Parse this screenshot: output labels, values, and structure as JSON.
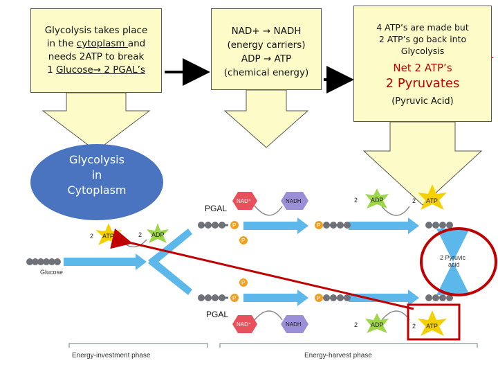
{
  "box1": {
    "line1": "Glycolysis takes place",
    "line2_pre": "in the ",
    "line2_u": "cytoplasm ",
    "line2_post": "and",
    "line3": "needs 2ATP to break",
    "line4_pre": "1 ",
    "line4_u": "Glucose→ 2 PGAL’s"
  },
  "box2": {
    "line1": "NAD+ → NADH",
    "line2": "(energy carriers)",
    "line3": "ADP → ATP",
    "line4": "(chemical energy)"
  },
  "box3": {
    "line1": "4 ATP’s are made but",
    "line2": "2 ATP’s go back into",
    "line3": "Glycolysis",
    "net": "Net 2 ATP’s",
    "pyruvates": "2 Pyruvates",
    "pyruvic": "(Pyruvic Acid)"
  },
  "oval": {
    "line1": "Glycolysis",
    "line2": "in",
    "line3": "Cytoplasm"
  },
  "labels": {
    "pgal_top": "PGAL",
    "pgal_bottom": "PGAL",
    "glucose": "Glucose",
    "atp": "ATP",
    "adp": "ADP",
    "nad": "NAD⁺",
    "nadh": "NADH",
    "p": "P",
    "two": "2",
    "pyruvic_line1": "2 Pyruvic",
    "pyruvic_line2": "acid",
    "investment_phase": "Energy-investment phase",
    "harvest_phase": "Energy-harvest phase"
  },
  "colors": {
    "callout_fill": "#fdfcc8",
    "oval_fill": "#4a74c0",
    "highlight_red": "#c00000",
    "atp_star": "#f5d000",
    "adp_star": "#9ed64a",
    "nad_badge": "#e8505b",
    "nadh_badge": "#9b90d8",
    "pathway_arrow": "#5cb8ea",
    "phosphate": "#f0a020",
    "carbon_chain": "#6e7178"
  }
}
